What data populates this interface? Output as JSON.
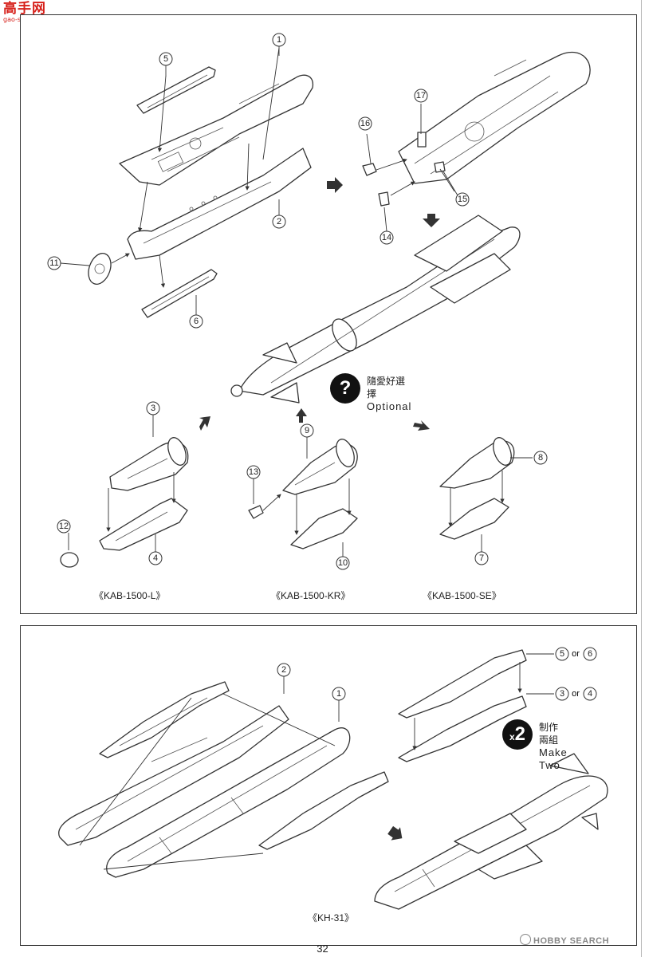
{
  "logo": {
    "main": "高手网",
    "sub": "gao-shou.com"
  },
  "top_panel": {
    "optional": {
      "badge": "?",
      "zh": "隨愛好選擇",
      "en": "Optional"
    },
    "captions": [
      "《KAB-1500-L》",
      "《KAB-1500-KR》",
      "《KAB-1500-SE》"
    ],
    "callouts": [
      "1",
      "2",
      "3",
      "4",
      "5",
      "6",
      "7",
      "8",
      "9",
      "10",
      "11",
      "12",
      "13",
      "14",
      "15",
      "16",
      "17"
    ]
  },
  "bottom_panel": {
    "callouts": [
      "1",
      "2"
    ],
    "alt_part_a": "5",
    "alt_part_b": "6",
    "alt_part_c": "3",
    "alt_part_d": "4",
    "or_label": "or",
    "make_two": {
      "x": "x",
      "n": "2",
      "zh": "制作兩組",
      "en": "Make Two"
    },
    "caption": "《KH-31》"
  },
  "page_number": "32",
  "watermark": "HOBBY SEARCH",
  "icons": [
    "arrow-icon",
    "question-badge-icon",
    "copyright-icon"
  ]
}
